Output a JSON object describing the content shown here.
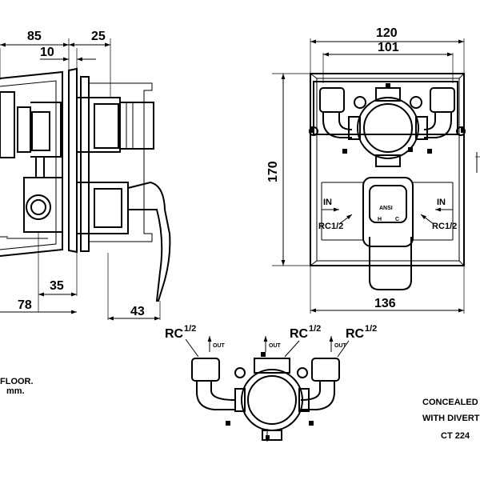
{
  "drawing": {
    "dims": {
      "d85": "85",
      "d25": "25",
      "d10": "10",
      "d35": "35",
      "d78": "78",
      "d43": "43",
      "d120": "120",
      "d101": "101",
      "d170": "170",
      "d136": "136"
    },
    "port_labels": {
      "rc": "RC",
      "half": "1/2",
      "out": "OUT",
      "in": "IN",
      "h": "H",
      "c": "C",
      "notch": "ANSI"
    },
    "notes": {
      "floor": "FLOOR.",
      "mm": "mm."
    },
    "title_block": {
      "line1": "CONCEALED",
      "line2": "WITH DIVERT",
      "line3": "CT 224"
    }
  }
}
